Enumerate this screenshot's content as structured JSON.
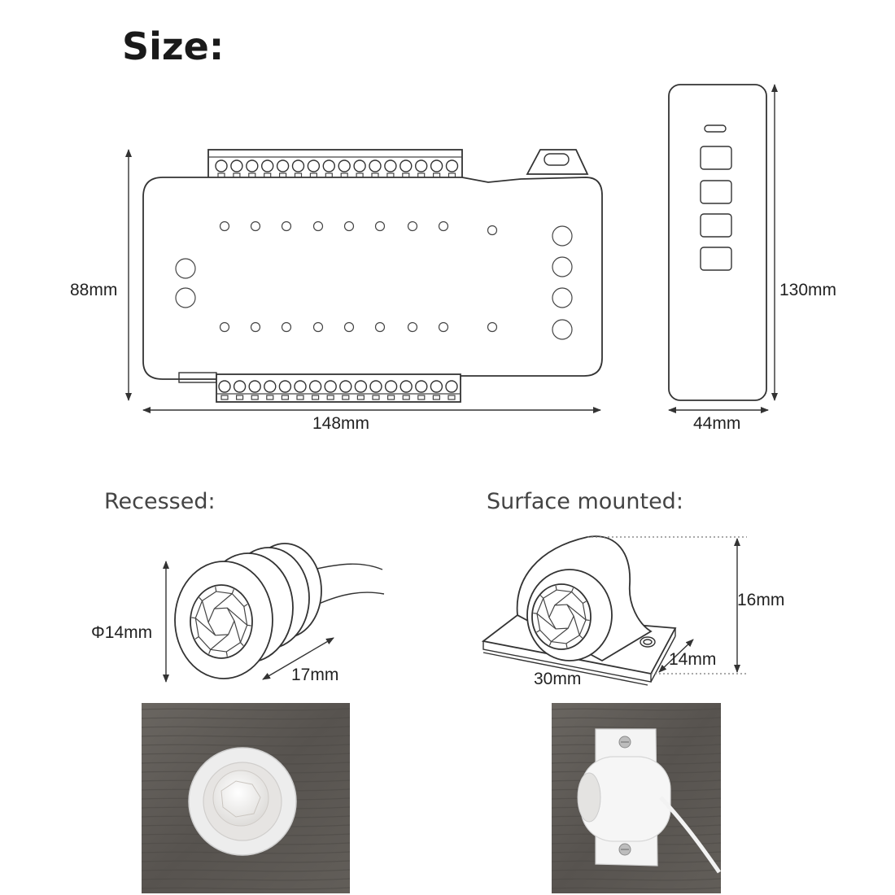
{
  "title": "Size:",
  "controller": {
    "width_label": "148mm",
    "height_label": "88mm"
  },
  "remote": {
    "width_label": "44mm",
    "height_label": "130mm"
  },
  "recessed": {
    "heading": "Recessed:",
    "diameter_label": "Φ14mm",
    "depth_label": "17mm"
  },
  "surface": {
    "heading": "Surface mounted:",
    "height_label": "16mm",
    "depth_label": "14mm",
    "width_label": "30mm"
  },
  "colors": {
    "photo_wood": "#5e5a55",
    "sensor_white": "#f2f2f2",
    "line": "#333333"
  }
}
